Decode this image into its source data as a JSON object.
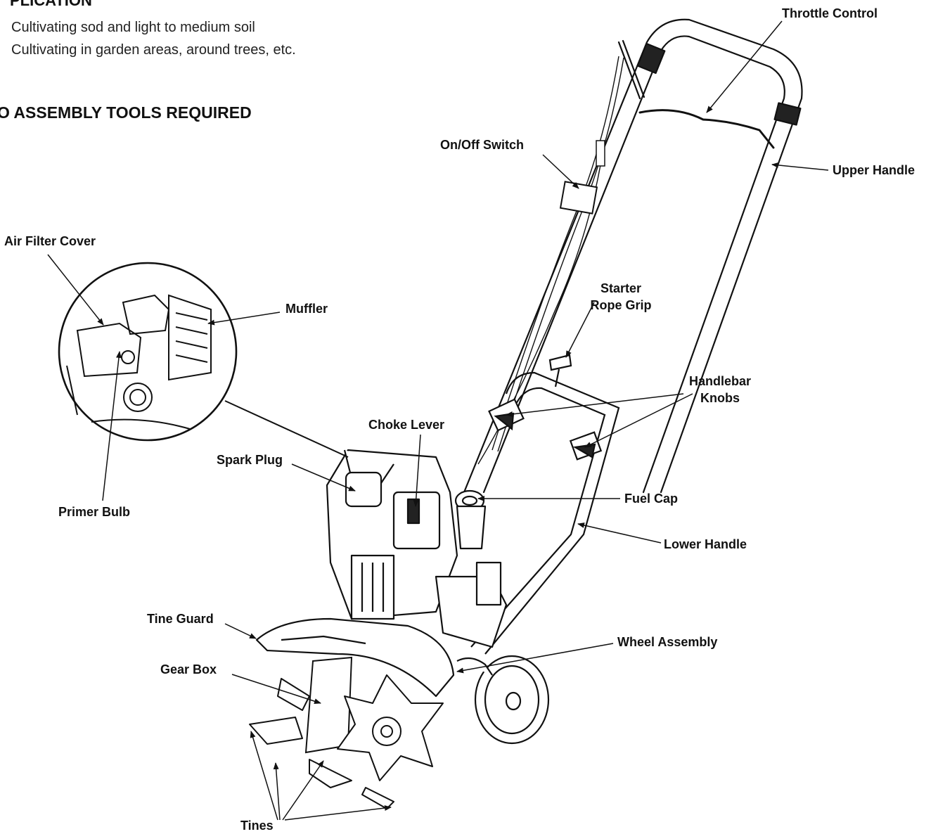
{
  "header": {
    "application_heading": "PLICATION",
    "application_lines": [
      "Cultivating sod and light to medium soil",
      "Cultivating in garden areas, around trees, etc."
    ],
    "tools_heading": "O ASSEMBLY TOOLS REQUIRED"
  },
  "labels": {
    "throttle_control": "Throttle Control",
    "upper_handle": "Upper Handle",
    "on_off_switch": "On/Off Switch",
    "air_filter_cover": "Air Filter Cover",
    "muffler": "Muffler",
    "starter_rope_grip_1": "Starter",
    "starter_rope_grip_2": "Rope Grip",
    "handlebar_knobs_1": "Handlebar",
    "handlebar_knobs_2": "Knobs",
    "choke_lever": "Choke Lever",
    "spark_plug": "Spark Plug",
    "fuel_cap": "Fuel Cap",
    "primer_bulb": "Primer Bulb",
    "lower_handle": "Lower Handle",
    "tine_guard": "Tine Guard",
    "wheel_assembly": "Wheel Assembly",
    "gear_box": "Gear Box",
    "tines": "Tines"
  }
}
